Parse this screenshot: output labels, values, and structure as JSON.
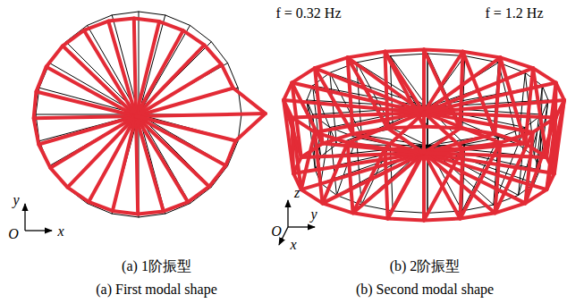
{
  "diagram": {
    "labels": [
      "f = 0.32 Hz",
      "f = 1.2 Hz",
      "y",
      "O",
      "x",
      "z",
      "O",
      "y",
      "x",
      "(a) 1阶振型",
      "(b) 2阶振型",
      "(a) First modal shape",
      "(b) Second modal shape"
    ]
  }
}
